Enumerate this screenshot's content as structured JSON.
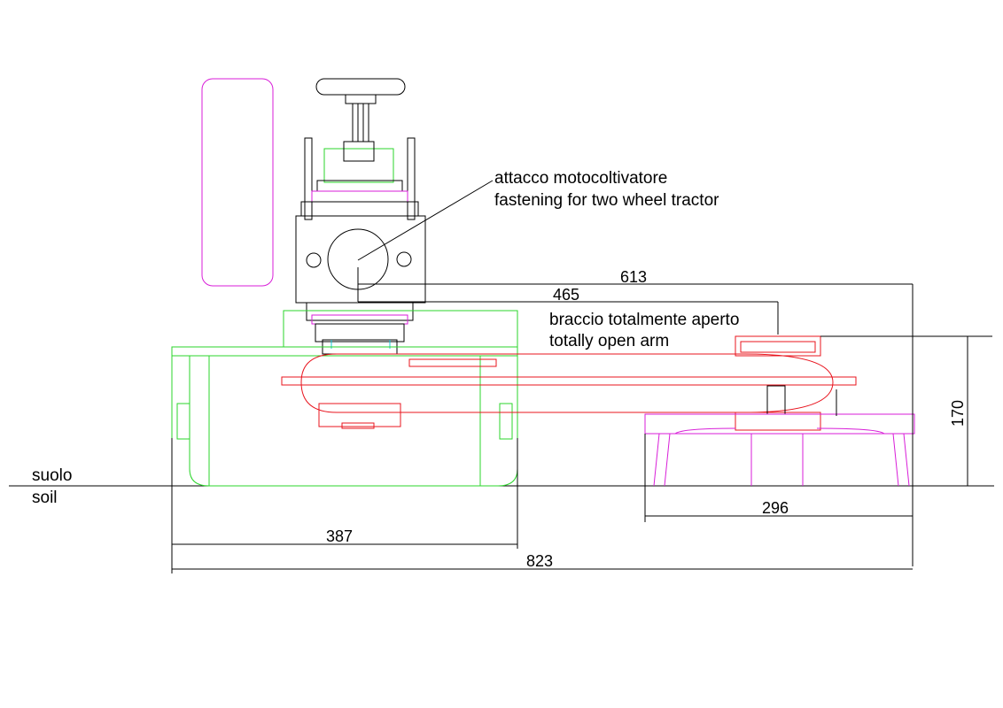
{
  "colors": {
    "outline": "#000000",
    "frame_green": "#2bd62b",
    "arm_red": "#e8141e",
    "rake_magenta": "#d81ed8",
    "detail_cyan": "#19c8d8"
  },
  "annotations": {
    "attachment_it": "attacco motocoltivatore",
    "attachment_en": "fastening for two wheel tractor",
    "arm_it": "braccio totalmente aperto",
    "arm_en": "totally open arm",
    "ground_it": "suolo",
    "ground_en": "soil"
  },
  "dimensions": {
    "d613": "613",
    "d465": "465",
    "d170": "170",
    "d296": "296",
    "d387": "387",
    "d823": "823"
  }
}
